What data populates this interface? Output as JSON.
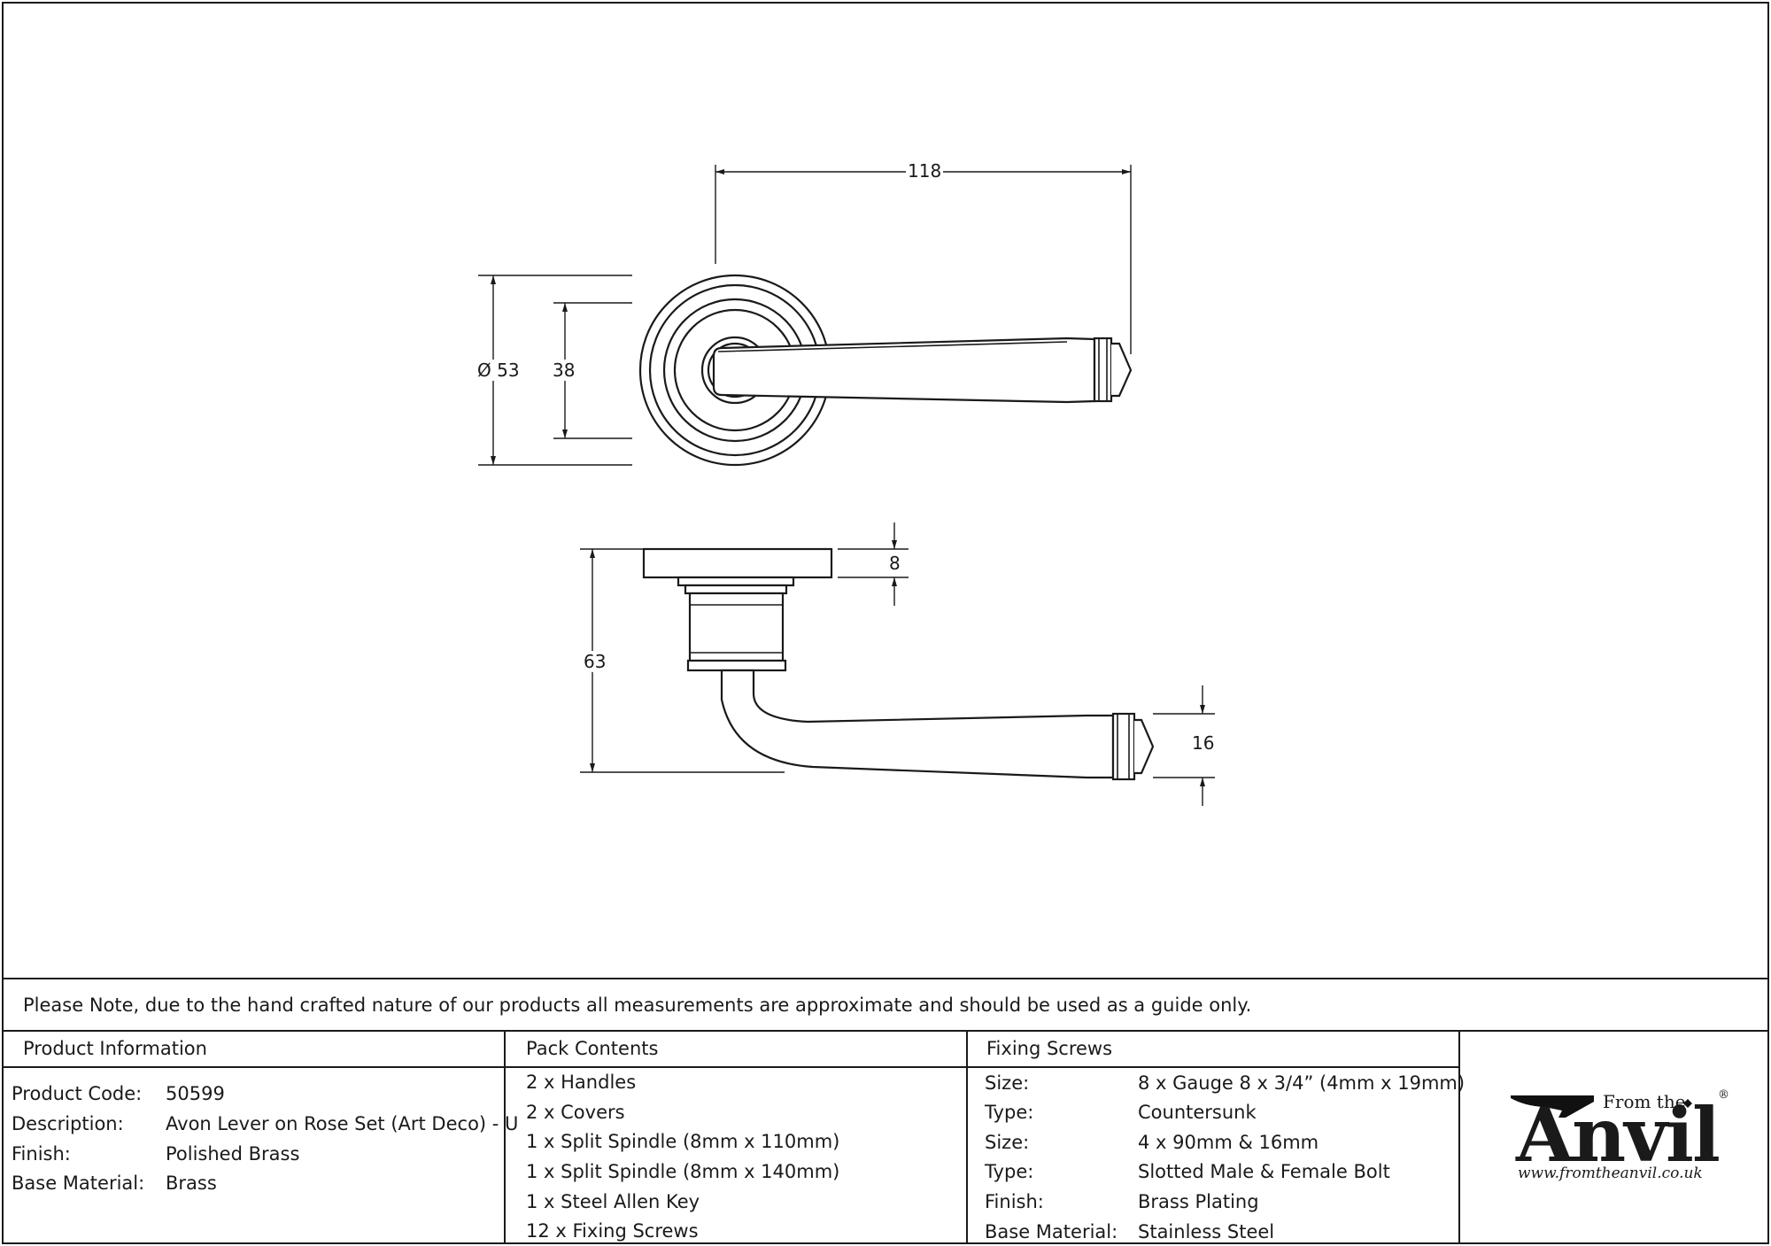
{
  "dimensions": {
    "width_label": "118",
    "rose_diameter_label": "Ø 53",
    "inner_diameter_label": "38",
    "projection_label": "63",
    "rose_thickness_label": "8",
    "lever_thickness_label": "16"
  },
  "note": "Please Note, due to the hand crafted nature of our products all measurements are approximate and should be used as a guide only.",
  "product_info": {
    "heading": "Product Information",
    "rows": [
      {
        "label": "Product Code:",
        "value": "50599"
      },
      {
        "label": "Description:",
        "value": "Avon Lever on Rose Set (Art Deco) - U"
      },
      {
        "label": "Finish:",
        "value": "Polished Brass"
      },
      {
        "label": "Base Material:",
        "value": "Brass"
      }
    ]
  },
  "pack_contents": {
    "heading": "Pack Contents",
    "items": [
      "2 x Handles",
      "2 x Covers",
      "1 x Split Spindle (8mm x 110mm)",
      "1 x Split Spindle (8mm x 140mm)",
      "1 x Steel Allen Key",
      "12 x Fixing Screws"
    ]
  },
  "fixing_screws": {
    "heading": "Fixing Screws",
    "rows": [
      {
        "label": "Size:",
        "value": "8 x Gauge 8 x 3/4” (4mm x 19mm)"
      },
      {
        "label": "Type:",
        "value": "Countersunk"
      },
      {
        "label": "Size:",
        "value": "4 x 90mm & 16mm"
      },
      {
        "label": "Type:",
        "value": "Slotted Male & Female Bolt"
      },
      {
        "label": "Finish:",
        "value": "Brass Plating"
      },
      {
        "label": "Base Material:",
        "value": "Stainless Steel"
      }
    ]
  },
  "logo": {
    "from_the": "From the",
    "anvil": "Anvil",
    "registered": "®",
    "url": "www.fromtheanvil.co.uk"
  }
}
